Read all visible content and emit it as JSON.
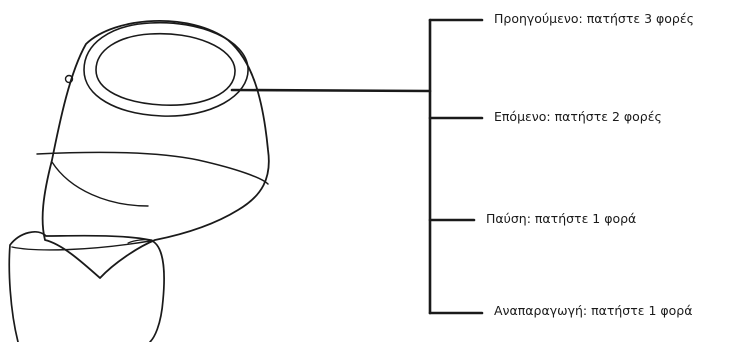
{
  "callouts": [
    {
      "text": "Προηγούμενο: πατήστε 3 φορές"
    },
    {
      "text": "Επόμενο: πατήστε 2 φορές"
    },
    {
      "text": "Παύση: πατήστε 1 φορά"
    },
    {
      "text": "Αναπαραγωγή: πατήστε 1 φορά"
    }
  ],
  "colors": {
    "line": "#1a1a1a",
    "background": "#ffffff"
  }
}
